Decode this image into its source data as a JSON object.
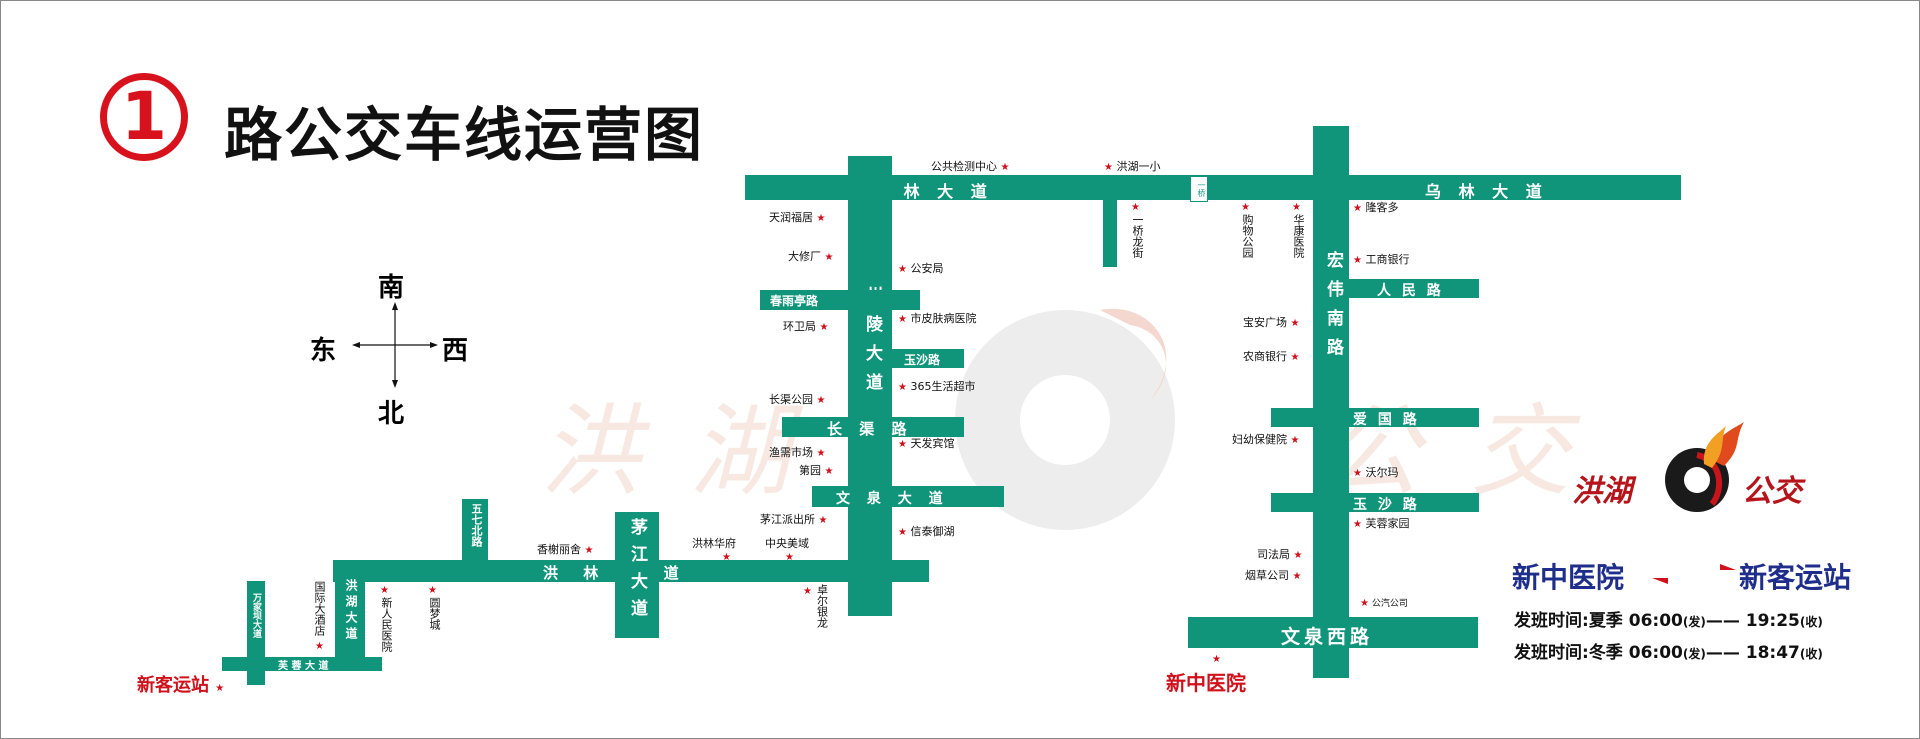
{
  "title": {
    "number": "1",
    "text": "路公交车线运营图"
  },
  "compass": {
    "north": "北",
    "south": "南",
    "east": "东",
    "west": "西"
  },
  "watermark": [
    "洪",
    "湖",
    "公",
    "交"
  ],
  "roads": {
    "wulin_left": "乌 林 大 道",
    "wulin_right": "乌 林 大 道",
    "yiqiao": "一桥",
    "zhouling": "州陵大道",
    "chunyuting": "春雨亭路",
    "yusha_left": "玉沙路",
    "changqu": "长 渠 路",
    "wenquan": "文 泉 大 道",
    "honglin": "洪 林 大 道",
    "maojiang": "茅江大道",
    "wuqibei": "五七北路",
    "honghu": "洪湖大道",
    "wanjiaba": "万家坝大道",
    "furong": "芙 蓉 大 道",
    "hongwei": "宏伟南路",
    "renmin": "人 民 路",
    "aiguo": "爱 国 路",
    "yusha_right": "玉 沙 路",
    "wenquanxi": "文泉西路"
  },
  "pois": {
    "gonggong": "公共检测中心",
    "honghuyixiao": "洪湖一小",
    "tianrun": "天润福居",
    "daxiu": "大修厂",
    "gongan": "公安局",
    "huanwei": "环卫局",
    "shipifu": "市皮肤病医院",
    "supermarket": "365生活超市",
    "changqu_park": "长渠公园",
    "tianfa": "天发宾馆",
    "yuxu": "渔需市场",
    "diyuan": "第园",
    "maojiang_police": "茅江派出所",
    "xintai": "信泰御湖",
    "xiangxie": "香榭丽舍",
    "honglin_huafu": "洪林华府",
    "zhongyang": "中央美域",
    "zhuoer": "卓尔银龙",
    "guoji": "国际大酒店",
    "xinrenmin": "新人民医院",
    "yuanmeng": "圆梦城",
    "yiqiaolong": "一桥龙街",
    "gouwu": "购物公园",
    "huakang": "华康医院",
    "longkeduo": "隆客多",
    "gongshang": "工商银行",
    "baoan": "宝安广场",
    "nongshang": "农商银行",
    "fuyou": "妇幼保健院",
    "woerma": "沃尔玛",
    "furong_home": "芙蓉家园",
    "sifa": "司法局",
    "yancao": "烟草公司",
    "qiche": "公汽公司"
  },
  "terminals": {
    "west": "新客运站",
    "east": "新中医院"
  },
  "logo": {
    "left": "洪湖",
    "right": "公交"
  },
  "route": {
    "from": "新中医院",
    "to": "新客运站"
  },
  "schedule": [
    {
      "label": "发班时间:",
      "season": "夏季",
      "start": "06:00",
      "start_note": "(发)",
      "end": "19:25",
      "end_note": "(收)"
    },
    {
      "label": "发班时间:",
      "season": "冬季",
      "start": "06:00",
      "start_note": "(发)",
      "end": "18:47",
      "end_note": "(收)"
    }
  ],
  "colors": {
    "road": "#10957a",
    "accent_red": "#d0101a",
    "navy": "#1f2e8a"
  }
}
